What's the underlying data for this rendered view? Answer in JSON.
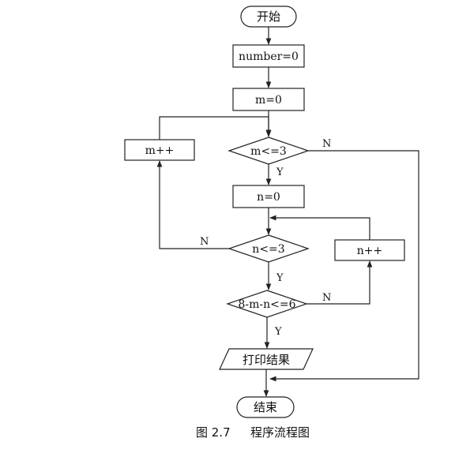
{
  "flowchart": {
    "start": "开始",
    "init_number": "number=0",
    "init_m": "m=0",
    "cond_m": "m<=3",
    "init_n": "n=0",
    "cond_n": "n<=3",
    "cond_check": "8-m-n<=6",
    "print": "打印结果",
    "inc_m": "m++",
    "inc_n": "n++",
    "end": "结束",
    "yes": "Y",
    "no": "N"
  },
  "caption": {
    "figure_no": "图 2.7",
    "title": "程序流程图"
  }
}
